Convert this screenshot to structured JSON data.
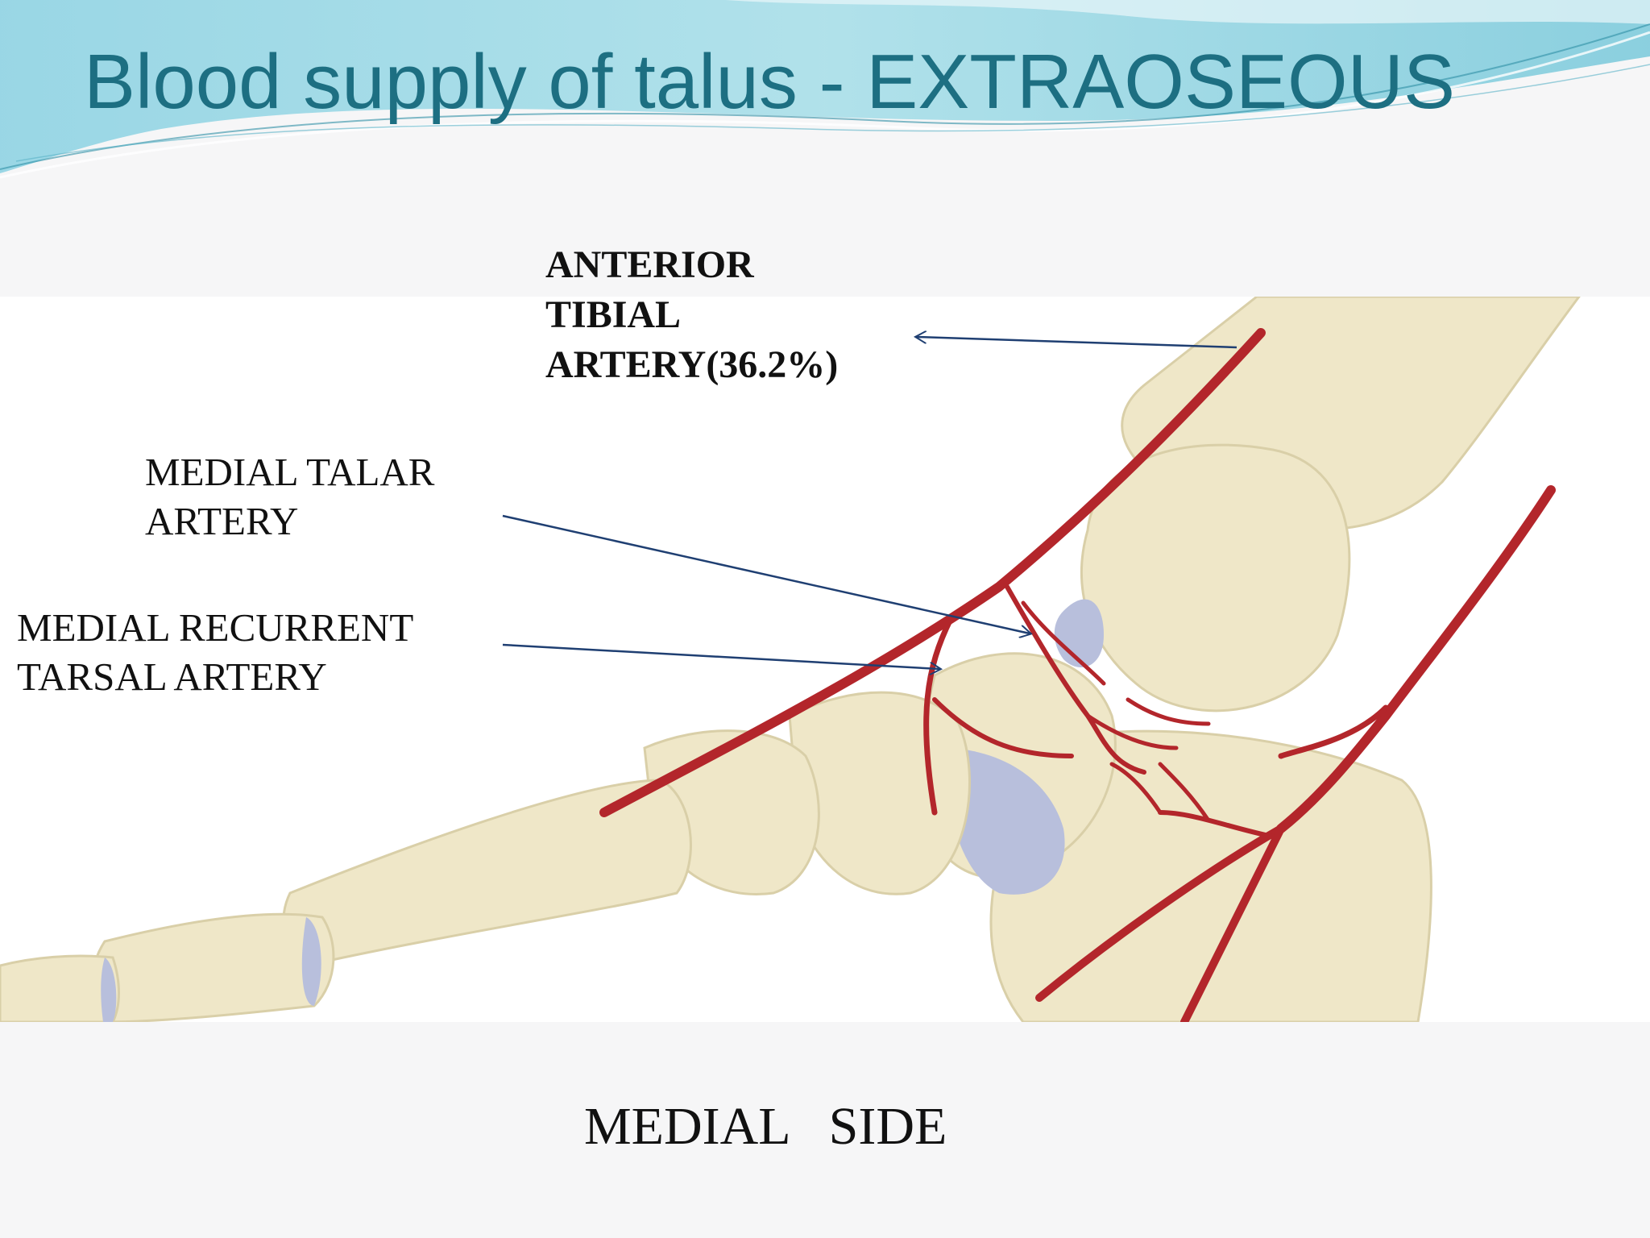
{
  "slide": {
    "title": "Blood supply of talus - EXTRAOSEOUS",
    "caption": "MEDIAL   SIDE"
  },
  "labels": {
    "anterior_tibial": [
      "ANTERIOR",
      "TIBIAL",
      "ARTERY(36.2%)"
    ],
    "medial_talar": [
      "MEDIAL TALAR",
      "ARTERY"
    ],
    "medial_recurrent_tarsal": [
      "MEDIAL RECURRENT",
      "TARSAL ARTERY"
    ]
  },
  "colors": {
    "title": "#1d6f82",
    "bone": "#efe7c8",
    "bone_shadow": "#d9cfa8",
    "cartilage": "#b8bfdc",
    "artery": "#b3262b",
    "pointer": "#1f3f72"
  }
}
